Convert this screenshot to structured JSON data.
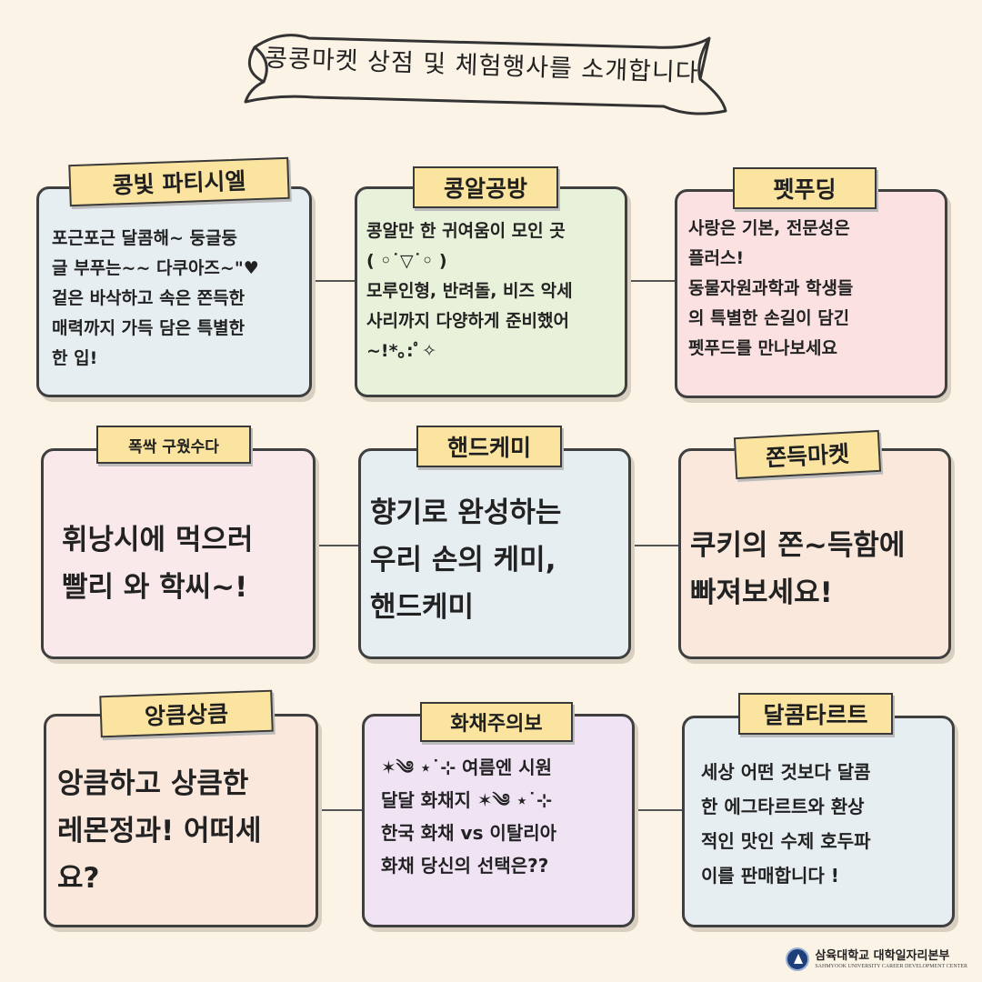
{
  "banner": {
    "title": "콩콩마켓 상점 및 체험행사를 소개합니다"
  },
  "cards": [
    {
      "tag": "콩빛 파티시엘",
      "text": "포근포근 달콤해~ 둥글둥\n글 부푸는~~ 다쿠아즈~\"♥\n겉은 바삭하고 속은 쫀득한\n매력까지 가득 담은 특별한\n한 입!",
      "bg": "#e7eef1"
    },
    {
      "tag": "콩알공방",
      "text": "콩알만 한 귀여움이 모인 곳\n( ◦˙▽˙◦ )\n모루인형, 반려돌, 비즈 악세\n사리까지 다양하게 준비했어\n~!*｡:ﾟ✧",
      "bg": "#e8f1d9"
    },
    {
      "tag": "펫푸딩",
      "text": "사랑은 기본, 전문성은\n플러스!\n동물자원과학과 학생들\n의 특별한 손길이 담긴\n펫푸드를 만나보세요",
      "bg": "#fbe1e1"
    },
    {
      "tag": "폭싹 구웠수다",
      "text": "휘낭시에 먹으러\n빨리 와 학씨~!",
      "bg": "#f9e9ea"
    },
    {
      "tag": "핸드케미",
      "text": "향기로 완성하는\n우리 손의 케미,\n핸드케미",
      "bg": "#e7eef1"
    },
    {
      "tag": "쫀득마켓",
      "text": "쿠키의 쫀~득함에\n빠져보세요!",
      "bg": "#fbe8dd"
    },
    {
      "tag": "앙큼상큼",
      "text": "앙큼하고 상큼한\n레몬정과! 어떠세\n요?",
      "bg": "#fbe8dd"
    },
    {
      "tag": "화채주의보",
      "text": "✶༄ ⋆˙⊹ 여름엔 시원\n달달 화채지 ✶༄ ⋆˙⊹\n한국 화채 vs 이탈리아\n화채 당신의 선택은??",
      "bg": "#efe3f4"
    },
    {
      "tag": "달콤타르트",
      "text": "세상 어떤 것보다 달콤\n한 에그타르트와 환상\n적인 맛인 수제 호두파\n이를 판매합니다 !",
      "bg": "#e7eef1"
    }
  ],
  "footer": {
    "logo_icon": "university-logo-icon",
    "main": "삼육대학교 대학일자리본부",
    "sub": "SAHMYOOK UNIVERSITY CAREER DEVELOPMENT CENTER"
  }
}
